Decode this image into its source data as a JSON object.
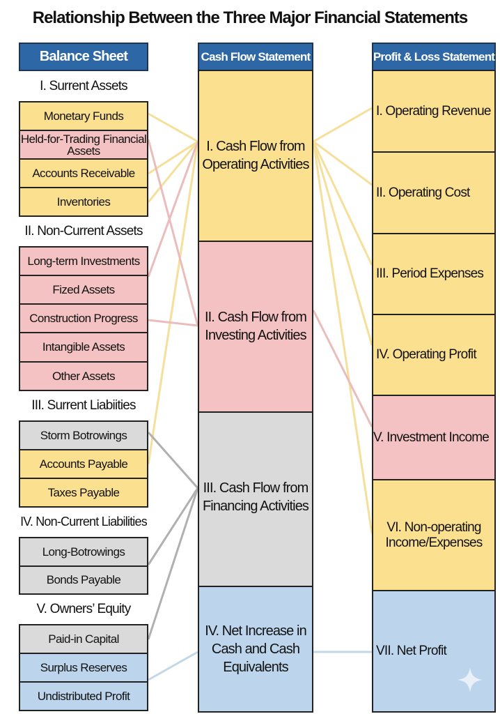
{
  "title": "Relationship Between the Three Major Financial Statements",
  "balance_sheet": {
    "header": "Balance Sheet",
    "sections": [
      {
        "heading": "I. Surrent Assets",
        "items": [
          "Monetary Funds",
          "Held-for-Trading Financial Assets",
          "Accounts Receivable",
          "Inventories"
        ]
      },
      {
        "heading": "II. Non-Current Assets",
        "items": [
          "Long-term Investments",
          "Fized Assets",
          "Construction Progress",
          "Intangible Assets",
          "Other Assets"
        ]
      },
      {
        "heading": "III. Surrent Liabiities",
        "items": [
          "Storm Botrowings",
          "Accounts Payable",
          "Taxes Payable"
        ]
      },
      {
        "heading": "IV. Non-Current Liabilities",
        "items": [
          "Long-Botrowings",
          "Bonds Payable"
        ]
      },
      {
        "heading": "V. Owners’ Equity",
        "items": [
          "Paid-in Capital",
          "Surplus Reserves",
          "Undistributed Profit"
        ]
      }
    ]
  },
  "cash_flow": {
    "header": "Cash Flow Statement",
    "items": [
      "I. Cash Flow from Operating Activities",
      "II. Cash Flow from Investing Activities",
      "III. Cash Flow from Financing Activities",
      "IV. Net Increase in Cash and Cash Equivalents"
    ]
  },
  "profit_loss": {
    "header": "Profit & Loss Statement",
    "items": [
      "I. Operating Revenue",
      "II. Operating Cost",
      "III. Period Expenses",
      "IV. Operating Profit",
      "V. Investment Income",
      "VI. Non-operating Income/Expenses",
      "VII. Net Profit"
    ]
  },
  "colors": {
    "operating": "#fbe08f",
    "investing": "#f4c2c2",
    "financing": "#dadada",
    "cash": "#bcd5ec",
    "header": "#2e67a6"
  }
}
